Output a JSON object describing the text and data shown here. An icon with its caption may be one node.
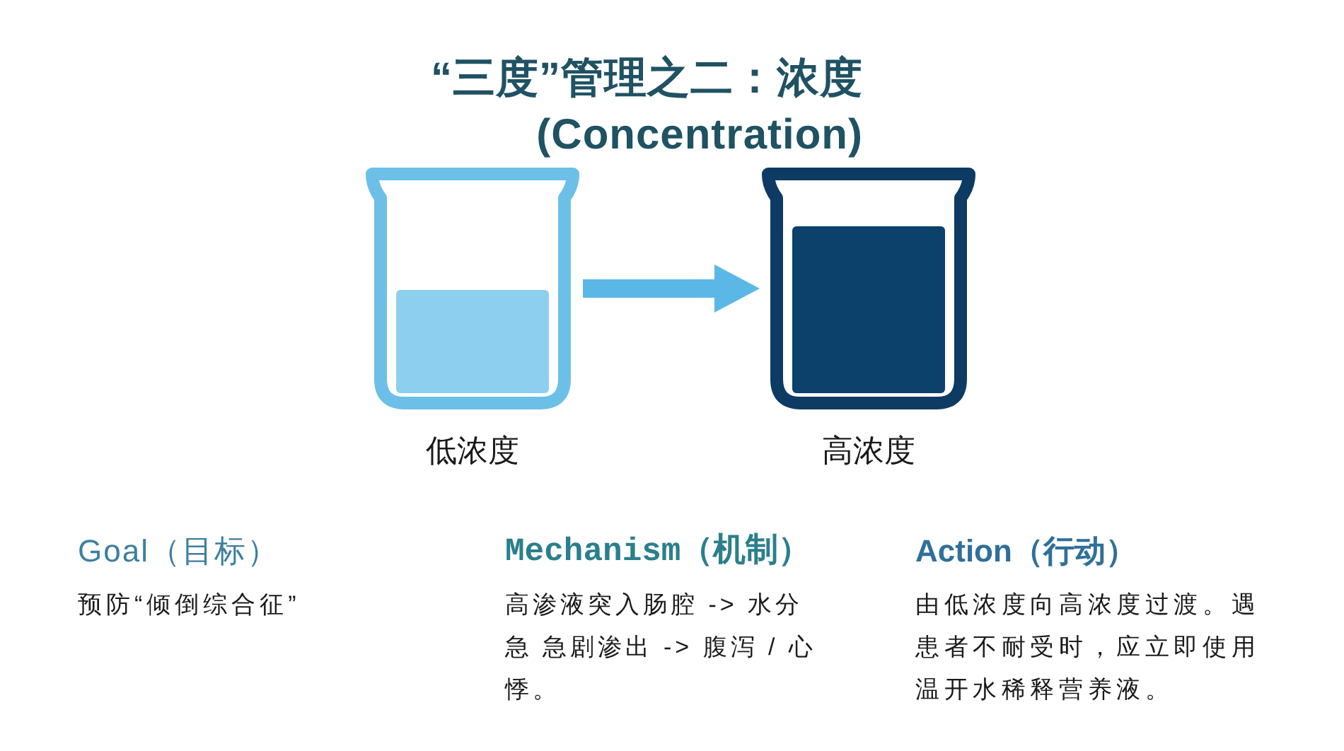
{
  "diagram": {
    "title": "“三度”管理之二：浓度 (Concentration)",
    "nodes": [
      {
        "text": [],
        "shape": "picture",
        "beside": [
          "低浓度"
        ]
      },
      {
        "text": [],
        "shape": "picture",
        "beside": [
          "高浓度"
        ]
      }
    ],
    "edges": [
      {
        "from": 0,
        "to": 1,
        "arrow": "to"
      }
    ],
    "labels": [
      "Goal（目标）",
      "预防“倾倒综合征”",
      "Mechanism（机制）",
      "高渗液突入肠腔 -> 水分急 急剧渗出 -> 腹泻 / 心悸。",
      "Action（行动）",
      "由低浓度向高浓度过渡。遇患者不耐受时，应立即使用温开水稀释营养液。"
    ]
  }
}
